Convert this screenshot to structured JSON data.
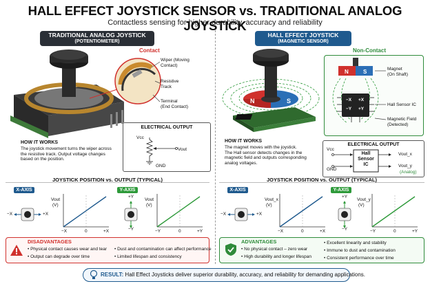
{
  "title": "HALL EFFECT JOYSTICK SENSOR vs. TRADITIONAL ANALOG JOYSTICK",
  "subtitle": "Contactless sensing for higher durability, accuracy and reliability",
  "left": {
    "header_line1": "TRADITIONAL ANALOG JOYSTICK",
    "header_line2": "(POTENTIOMETER)",
    "contact_label": "Contact",
    "callouts": {
      "wiper_1": "Wiper (Moving",
      "wiper_2": "Contact)",
      "track_1": "Resistive",
      "track_2": "Track",
      "terminal_1": "Terminal",
      "terminal_2": "(End Contact)"
    },
    "electrical_output": {
      "title": "ELECTRICAL OUTPUT",
      "vcc": "Vcc",
      "vout": "Vout",
      "gnd": "GND"
    },
    "how_it_works_title": "HOW IT WORKS",
    "how_it_works_1": "The joystick movement turns the wiper across",
    "how_it_works_2": "the resistive track. Output voltage changes",
    "how_it_works_3": "based on the position.",
    "position_title": "JOYSTICK POSITION vs. OUTPUT (TYPICAL)",
    "x_axis_chip": "X-AXIS",
    "y_axis_chip": "Y-AXIS",
    "x_minus": "−X",
    "x_plus": "+X",
    "y_plus": "+Y",
    "y_minus": "−Y",
    "plot1_ylabel_1": "Vout",
    "plot1_ylabel_2": "(V)",
    "plot1_ticks": [
      "−X",
      "0",
      "+X"
    ],
    "plot2_ylabel_1": "Vout",
    "plot2_ylabel_2": "(V)",
    "plot2_ticks": [
      "−Y",
      "0",
      "+Y"
    ],
    "disadvantages_title": "DISADVANTAGES",
    "disadvantages": [
      "Physical contact causes wear and tear",
      "Output can degrade over time",
      "Dust and contamination can affect performance",
      "Limited lifespan and consistency"
    ]
  },
  "right": {
    "header_line1": "HALL EFFECT JOYSTICK",
    "header_line2": "(MAGNETIC SENSOR)",
    "noncontact_label": "Non-Contact",
    "magnet_n": "N",
    "magnet_s": "S",
    "callouts": {
      "magnet_1": "Magnet",
      "magnet_2": "(On Shaft)",
      "hall_ic": "Hall Sensor IC",
      "field_1": "Magnetic Field",
      "field_2": "(Detected)"
    },
    "ic_labels": [
      "−X",
      "+X",
      "−Y",
      "+Y"
    ],
    "electrical_output": {
      "title": "ELECTRICAL OUTPUT",
      "vcc": "Vcc",
      "gnd": "GND",
      "box_1": "Hall",
      "box_2": "Sensor",
      "box_3": "IC",
      "vout_x": "Vout_x",
      "vout_y": "Vout_y",
      "analog": "(Analog)"
    },
    "how_it_works_title": "HOW IT WORKS",
    "how_it_works_1": "The magnet moves with the joystick.",
    "how_it_works_2": "The Hall sensor detects changes in the",
    "how_it_works_3": "magnetic field and outputs corresponding",
    "how_it_works_4": "analog voltages.",
    "position_title": "JOYSTICK POSITION vs. OUTPUT (TYPICAL)",
    "x_axis_chip": "X-AXIS",
    "y_axis_chip": "Y-AXIS",
    "x_minus": "−X",
    "x_plus": "+X",
    "y_plus": "+Y",
    "y_minus": "−Y",
    "plot1_ylabel_1": "Vout_x",
    "plot1_ylabel_2": "(V)",
    "plot1_ticks": [
      "−X",
      "0",
      "+X"
    ],
    "plot2_ylabel_1": "Vout_y",
    "plot2_ylabel_2": "(V)",
    "plot2_ticks": [
      "−Y",
      "0",
      "+Y"
    ],
    "advantages_title": "ADVANTAGES",
    "advantages": [
      "No physical contact – zero wear",
      "High durability and longer lifespan",
      "Excellent linearity and stability",
      "Immune to dust and contamination",
      "Consistent performance over time"
    ]
  },
  "result_label": "RESULT:",
  "result_text": "Hall Effect Joysticks deliver superior durability, accuracy, and reliability for demanding applications.",
  "colors": {
    "blue_line": "#1f5a8e",
    "green_line": "#2e9a3a",
    "contact_red": "#d0312d",
    "noncontact_green": "#2e8b3a"
  }
}
